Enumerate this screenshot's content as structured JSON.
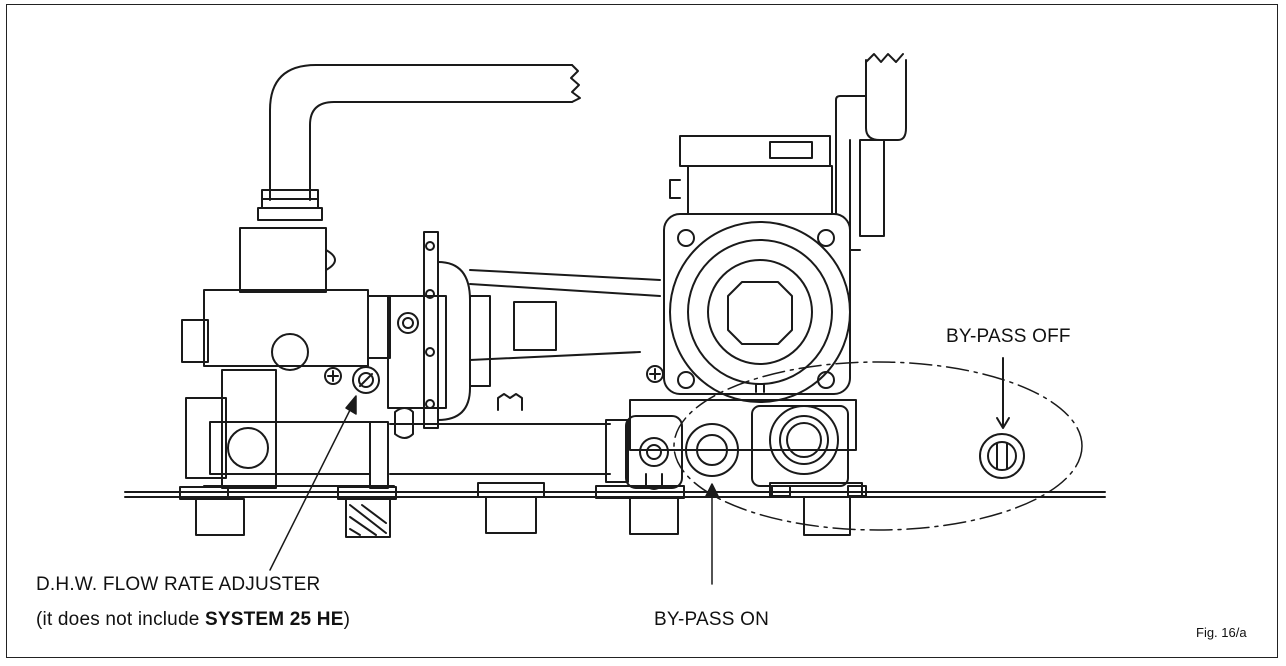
{
  "labels": {
    "bypass_off": "BY-PASS OFF",
    "bypass_on": "BY-PASS ON",
    "dhw_adjuster": "D.H.W. FLOW RATE ADJUSTER",
    "note_prefix": "(it does not include ",
    "note_bold": "SYSTEM 25 HE",
    "note_suffix": ")"
  },
  "figure_caption": "Fig. 16/a",
  "colors": {
    "line": "#1a1a1a",
    "background": "#ffffff"
  }
}
